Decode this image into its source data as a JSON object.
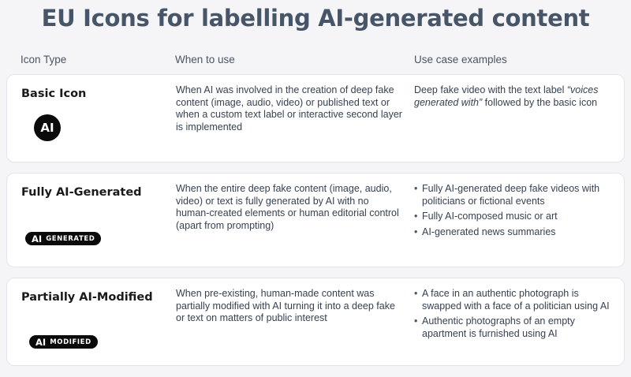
{
  "title": "EU Icons for labelling AI-generated content",
  "columns": {
    "icon_type": "Icon Type",
    "when_to_use": "When to use",
    "use_cases": "Use case examples"
  },
  "rows": [
    {
      "type_label": "Basic Icon",
      "icon": {
        "name": "ai-circle-icon",
        "text": "AI"
      },
      "when": "When AI was involved in the creation of deep fake content (image, audio, video) or published text or when a custom text label or interactive second layer is implemented",
      "use_case_intro": "Deep fake video with the text label",
      "use_case_quote": "“voices generated with”",
      "use_case_outro": "followed by the basic icon"
    },
    {
      "type_label": "Fully AI-Generated",
      "icon": {
        "name": "ai-generated-badge-icon",
        "text": "AI",
        "label": "GENERATED"
      },
      "when": "When the entire deep fake content (image, audio, video) or text is fully generated by AI with no human-created elements or human editorial control (apart from prompting)",
      "use_cases": [
        "Fully AI-generated deep fake videos with politicians or fictional events",
        "Fully AI-composed music or art",
        "AI-generated news summaries"
      ]
    },
    {
      "type_label": "Partially AI-Modified",
      "icon": {
        "name": "ai-modified-badge-icon",
        "text": "AI",
        "label": "MODIFIED"
      },
      "when": "When pre-existing, human-made content was partially modified with AI turning it into a deep fake or text on matters of public interest",
      "use_cases": [
        "A face in an authentic photograph is swapped with a face of a politician using AI",
        "Authentic photographs of an empty apartment is furnished using AI"
      ]
    }
  ],
  "colors": {
    "title": "#475569",
    "row_background": "#ffffff",
    "page_background": "#f5f5f7",
    "badge": "#0a0a0a"
  }
}
